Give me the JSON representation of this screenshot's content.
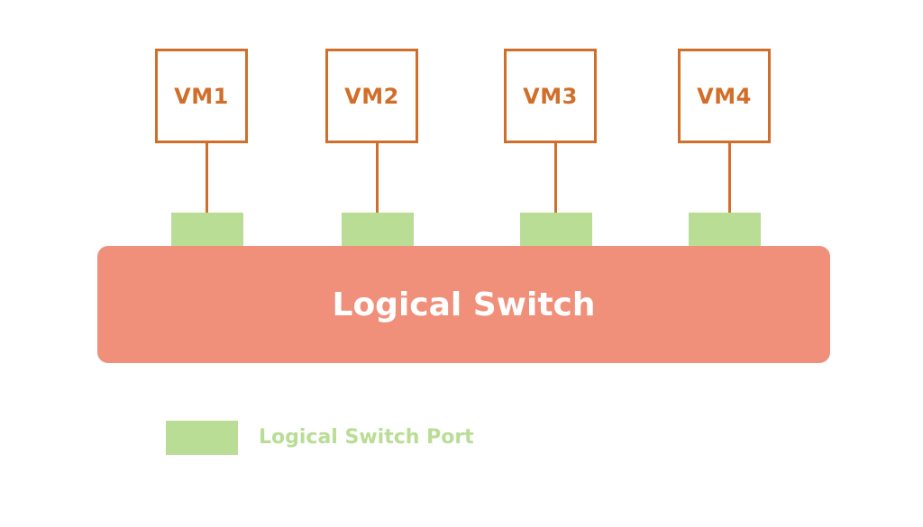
{
  "diagram": {
    "vms": [
      {
        "label": "VM1"
      },
      {
        "label": "VM2"
      },
      {
        "label": "VM3"
      },
      {
        "label": "VM4"
      }
    ],
    "switch": {
      "label": "Logical Switch"
    },
    "legend": {
      "port_label": "Logical Switch Port"
    }
  },
  "colors": {
    "vm_border": "#d06e2a",
    "vm_text": "#d06e2a",
    "port_fill": "#b9dd95",
    "switch_fill": "#f08f7a",
    "switch_text": "#ffffff",
    "legend_text": "#b9dd95"
  }
}
